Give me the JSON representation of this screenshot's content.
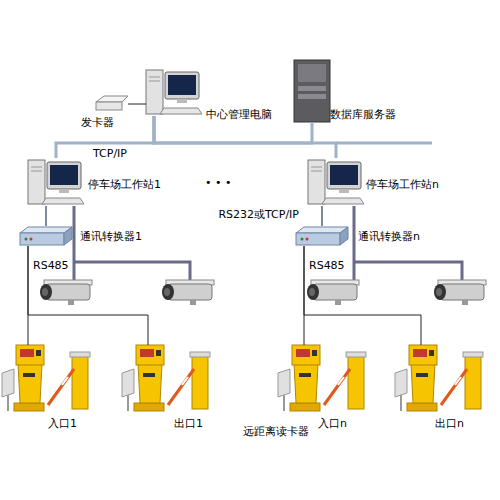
{
  "diagram": {
    "nodes": [
      {
        "text": [
          "发卡器"
        ]
      },
      {
        "text": [
          "中心管理电脑"
        ]
      },
      {
        "text": [
          "数据库服务器"
        ]
      },
      {
        "text": [
          "停车场工作站1"
        ]
      },
      {
        "text": [
          "停车场工作站n"
        ]
      },
      {
        "text": [
          "通讯转换器1"
        ]
      },
      {
        "text": [
          "通讯转换器n"
        ]
      },
      {
        "text": [
          "入口1"
        ]
      },
      {
        "text": [
          "出口1"
        ]
      },
      {
        "text": [
          "入口n"
        ]
      },
      {
        "text": [
          "出口n"
        ]
      }
    ],
    "edges": [
      {
        "from": 0,
        "to": 1,
        "arrow": "none"
      },
      {
        "from": 1,
        "to": 3,
        "label": "TCP/IP",
        "arrow": "none"
      },
      {
        "from": 1,
        "to": 4,
        "arrow": "none"
      },
      {
        "from": 1,
        "to": 2,
        "arrow": "none"
      },
      {
        "from": 3,
        "to": 5,
        "arrow": "none"
      },
      {
        "from": 4,
        "to": 6,
        "label": "RS232或TCP/IP",
        "arrow": "none"
      },
      {
        "from": 5,
        "to": 7,
        "label": "RS485",
        "arrow": "none"
      },
      {
        "from": 5,
        "to": 8,
        "arrow": "none"
      },
      {
        "from": 6,
        "to": 9,
        "label": "RS485",
        "arrow": "none"
      },
      {
        "from": 6,
        "to": 10,
        "arrow": "none"
      }
    ],
    "labels": [
      "• • •",
      "远距离读卡器"
    ]
  }
}
